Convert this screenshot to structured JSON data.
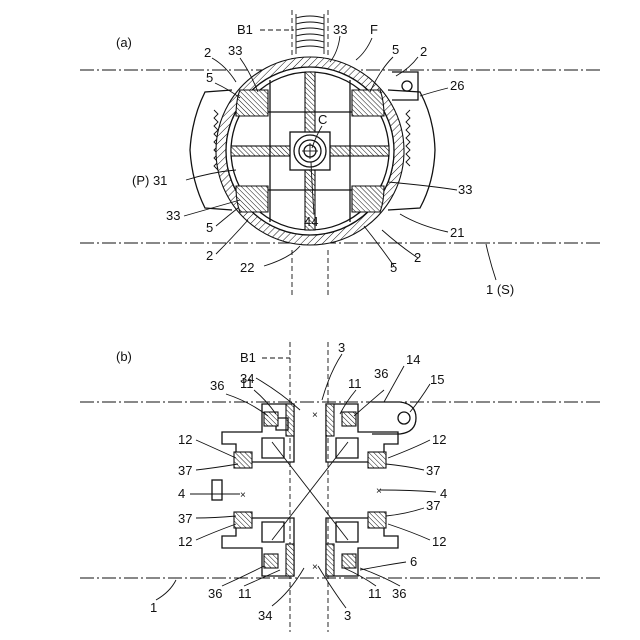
{
  "panel_a": {
    "title": "(a)",
    "labels": {
      "b1": "B1",
      "n33_top": "33",
      "f": "F",
      "n2_top_left": "2",
      "n33_top_left": "33",
      "n5_top_left": "5",
      "n5_top_right": "5",
      "n2_top_right": "2",
      "n26": "26",
      "c": "C",
      "p31": "(P) 31",
      "n33_right": "33",
      "n33_left": "33",
      "n44": "44",
      "n5_left": "5",
      "n21": "21",
      "n2_bottom_left": "2",
      "n22": "22",
      "n5_bottom_right": "5",
      "n2_bottom_right": "2",
      "n1s": "1 (S)"
    }
  },
  "panel_b": {
    "title": "(b)",
    "labels": {
      "b1": "B1",
      "n34_top": "34",
      "n3_top": "3",
      "n14": "14",
      "n15": "15",
      "n36_top_left": "36",
      "n11_top_left": "11",
      "n11_top_right": "11",
      "n36_top_right": "36",
      "n12_left_top": "12",
      "n12_right_top": "12",
      "n37_left_top": "37",
      "n37_right_top": "37",
      "n4_left": "4",
      "n4_right": "4",
      "n37_left_bottom": "37",
      "n37_right_bottom": "37",
      "n12_left_bottom": "12",
      "n12_right_bottom": "12",
      "n6": "6",
      "n36_bottom_left": "36",
      "n11_bottom_left": "11",
      "n11_bottom_right": "11",
      "n36_bottom_right": "36",
      "n1": "1",
      "n34_bottom": "34",
      "n3_bottom": "3"
    }
  }
}
